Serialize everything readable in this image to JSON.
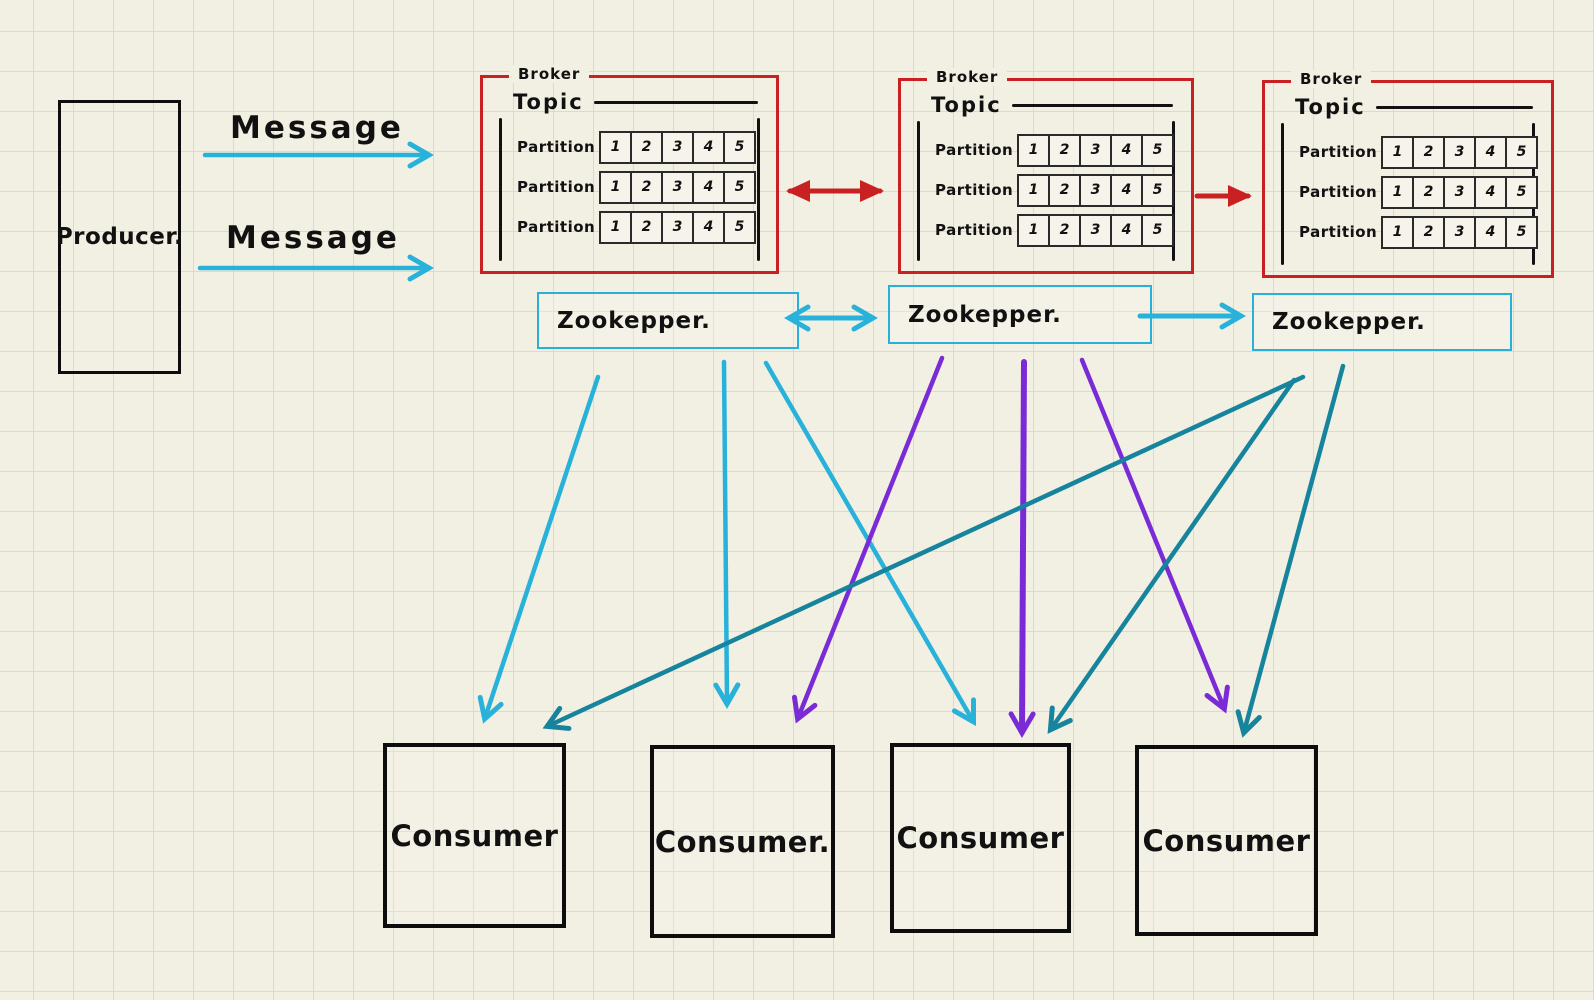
{
  "colors": {
    "background": "#f2efe3",
    "ink": "#111111",
    "cyan": "#28b2da",
    "teal": "#15849c",
    "purple": "#7a2bd6",
    "red": "#c92121"
  },
  "producer": {
    "label": "Producer."
  },
  "message_arrows": [
    {
      "label": "Message"
    },
    {
      "label": "Message"
    }
  ],
  "brokers": [
    {
      "label": "Broker",
      "topic": "Topic",
      "partitions": [
        {
          "label": "Partition",
          "cells": [
            "1",
            "2",
            "3",
            "4",
            "5"
          ]
        },
        {
          "label": "Partition",
          "cells": [
            "1",
            "2",
            "3",
            "4",
            "5"
          ]
        },
        {
          "label": "Partition",
          "cells": [
            "1",
            "2",
            "3",
            "4",
            "5"
          ]
        }
      ]
    },
    {
      "label": "Broker",
      "topic": "Topic",
      "partitions": [
        {
          "label": "Partition",
          "cells": [
            "1",
            "2",
            "3",
            "4",
            "5"
          ]
        },
        {
          "label": "Partition",
          "cells": [
            "1",
            "2",
            "3",
            "4",
            "5"
          ]
        },
        {
          "label": "Partition",
          "cells": [
            "1",
            "2",
            "3",
            "4",
            "5"
          ]
        }
      ]
    },
    {
      "label": "Broker",
      "topic": "Topic",
      "partitions": [
        {
          "label": "Partition",
          "cells": [
            "1",
            "2",
            "3",
            "4",
            "5"
          ]
        },
        {
          "label": "Partition",
          "cells": [
            "1",
            "2",
            "3",
            "4",
            "5"
          ]
        },
        {
          "label": "Partition",
          "cells": [
            "1",
            "2",
            "3",
            "4",
            "5"
          ]
        }
      ]
    }
  ],
  "zookeepers": [
    {
      "label": "Zookepper."
    },
    {
      "label": "Zookepper."
    },
    {
      "label": "Zookepper."
    }
  ],
  "consumers": [
    {
      "label": "Consumer"
    },
    {
      "label": "Consumer."
    },
    {
      "label": "Consumer"
    },
    {
      "label": "Consumer"
    }
  ]
}
